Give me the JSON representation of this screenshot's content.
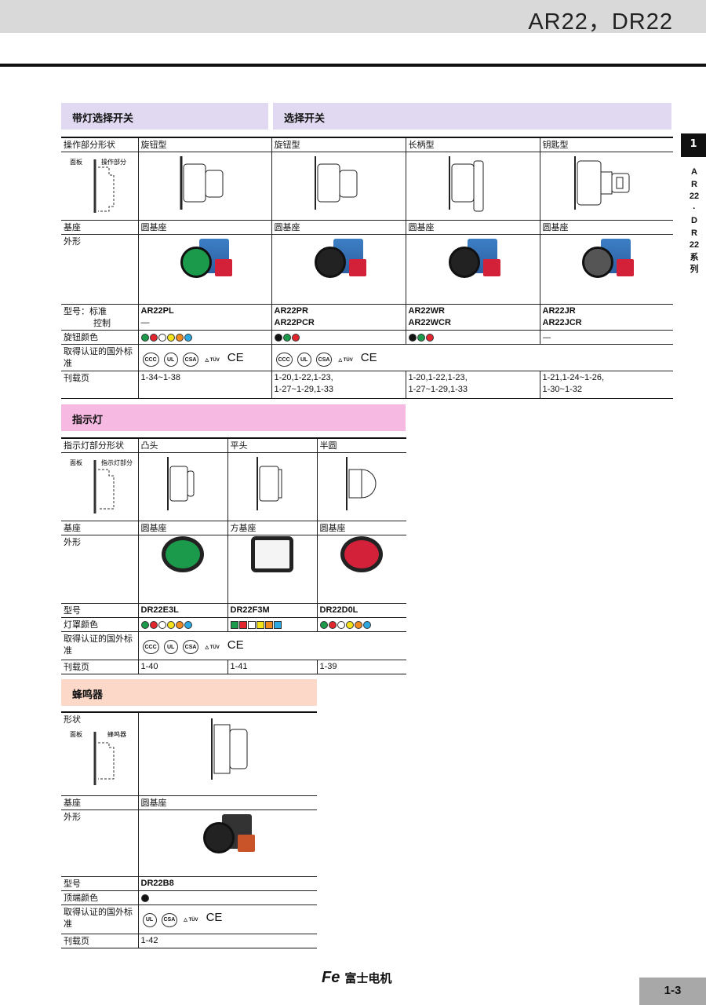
{
  "header": {
    "title": "AR22，DR22"
  },
  "side_tab": {
    "number": "1",
    "vertical_text": [
      "A",
      "R",
      "22",
      "·",
      "D",
      "R",
      "22",
      "系",
      "列"
    ]
  },
  "section1": {
    "title_left": "带灯选择开关",
    "title_right": "选择开关",
    "row_labels": {
      "shape": "操作部分形状",
      "panel": "面板",
      "operation_part": "操作部分",
      "base": "基座",
      "appearance": "外形",
      "model_std": "型号：标准",
      "model_ctrl": "控制",
      "color": "旋钮颜色",
      "cert": "取得认证的国外标准",
      "pages": "刊载页"
    },
    "columns": [
      {
        "type": "旋钮型",
        "base": "圆基座",
        "model_std": "AR22PL",
        "model_ctrl": "—",
        "colors": [
          "#1a9a4a",
          "#e3262e",
          "#ffffff",
          "#f5e31a",
          "#f08a1e",
          "#2ea8e0"
        ],
        "certs": [
          "CCC",
          "UL",
          "CSA",
          "TÜV",
          "CE"
        ],
        "pages": [
          "1-34~1-38"
        ]
      },
      {
        "type": "旋钮型",
        "base": "圆基座",
        "model_std": "AR22PR",
        "model_ctrl": "AR22PCR",
        "colors": [
          "#111111",
          "#1a9a4a",
          "#e3262e"
        ],
        "certs": [
          "CCC",
          "UL",
          "CSA",
          "TÜV",
          "CE"
        ],
        "pages": [
          "1-20,1-22,1-23,",
          "1-27~1-29,1-33"
        ]
      },
      {
        "type": "长柄型",
        "base": "圆基座",
        "model_std": "AR22WR",
        "model_ctrl": "AR22WCR",
        "colors": [
          "#111111",
          "#1a9a4a",
          "#e3262e"
        ],
        "pages": [
          "1-20,1-22,1-23,",
          "1-27~1-29,1-33"
        ]
      },
      {
        "type": "钥匙型",
        "base": "圆基座",
        "model_std": "AR22JR",
        "model_ctrl": "AR22JCR",
        "color_text": "—",
        "pages": [
          "1-21,1-24~1-26,",
          "1-30~1-32"
        ]
      }
    ]
  },
  "section2": {
    "title": "指示灯",
    "row_labels": {
      "shape": "指示灯部分形状",
      "panel": "面板",
      "lamp_part": "指示灯部分",
      "base": "基座",
      "appearance": "外形",
      "model": "型号",
      "color": "灯罩颜色",
      "cert": "取得认证的国外标准",
      "pages": "刊载页"
    },
    "columns": [
      {
        "type": "凸头",
        "base": "圆基座",
        "model": "DR22E3L",
        "shape": "dot",
        "colors": [
          "#1a9a4a",
          "#e3262e",
          "#ffffff",
          "#f5e31a",
          "#f08a1e",
          "#2ea8e0"
        ],
        "pages": "1-40",
        "lamp_color": "#1a9a4a"
      },
      {
        "type": "平头",
        "base": "方基座",
        "model": "DR22F3M",
        "shape": "square",
        "colors": [
          "#1a9a4a",
          "#e3262e",
          "#ffffff",
          "#f5e31a",
          "#f08a1e",
          "#2ea8e0"
        ],
        "pages": "1-41",
        "lamp_color": "#f4f4f4"
      },
      {
        "type": "半圆",
        "base": "圆基座",
        "model": "DR22D0L",
        "shape": "dot",
        "colors": [
          "#1a9a4a",
          "#e3262e",
          "#ffffff",
          "#f5e31a",
          "#f08a1e",
          "#2ea8e0"
        ],
        "pages": "1-39",
        "lamp_color": "#d3213a"
      }
    ],
    "certs": [
      "CCC",
      "UL",
      "CSA",
      "TÜV",
      "CE"
    ]
  },
  "section3": {
    "title": "蜂鸣器",
    "row_labels": {
      "shape": "形状",
      "panel": "面板",
      "buzzer": "蜂鸣器",
      "base": "基座",
      "appearance": "外形",
      "model": "型号",
      "color": "顶端颜色",
      "cert": "取得认证的国外标准",
      "pages": "刊载页"
    },
    "base": "圆基座",
    "model": "DR22B8",
    "colors": [
      "#111111"
    ],
    "certs": [
      "UL",
      "CSA",
      "TÜV",
      "CE"
    ],
    "pages": "1-42"
  },
  "footer": {
    "brand_mark": "Fe",
    "brand_name": "富士电机",
    "page": "1-3"
  },
  "colors": {
    "sec1": "#e0d9f1",
    "sec2": "#f6b9e1",
    "sec3": "#fbd8c8",
    "topbar": "#d9d9d9"
  }
}
